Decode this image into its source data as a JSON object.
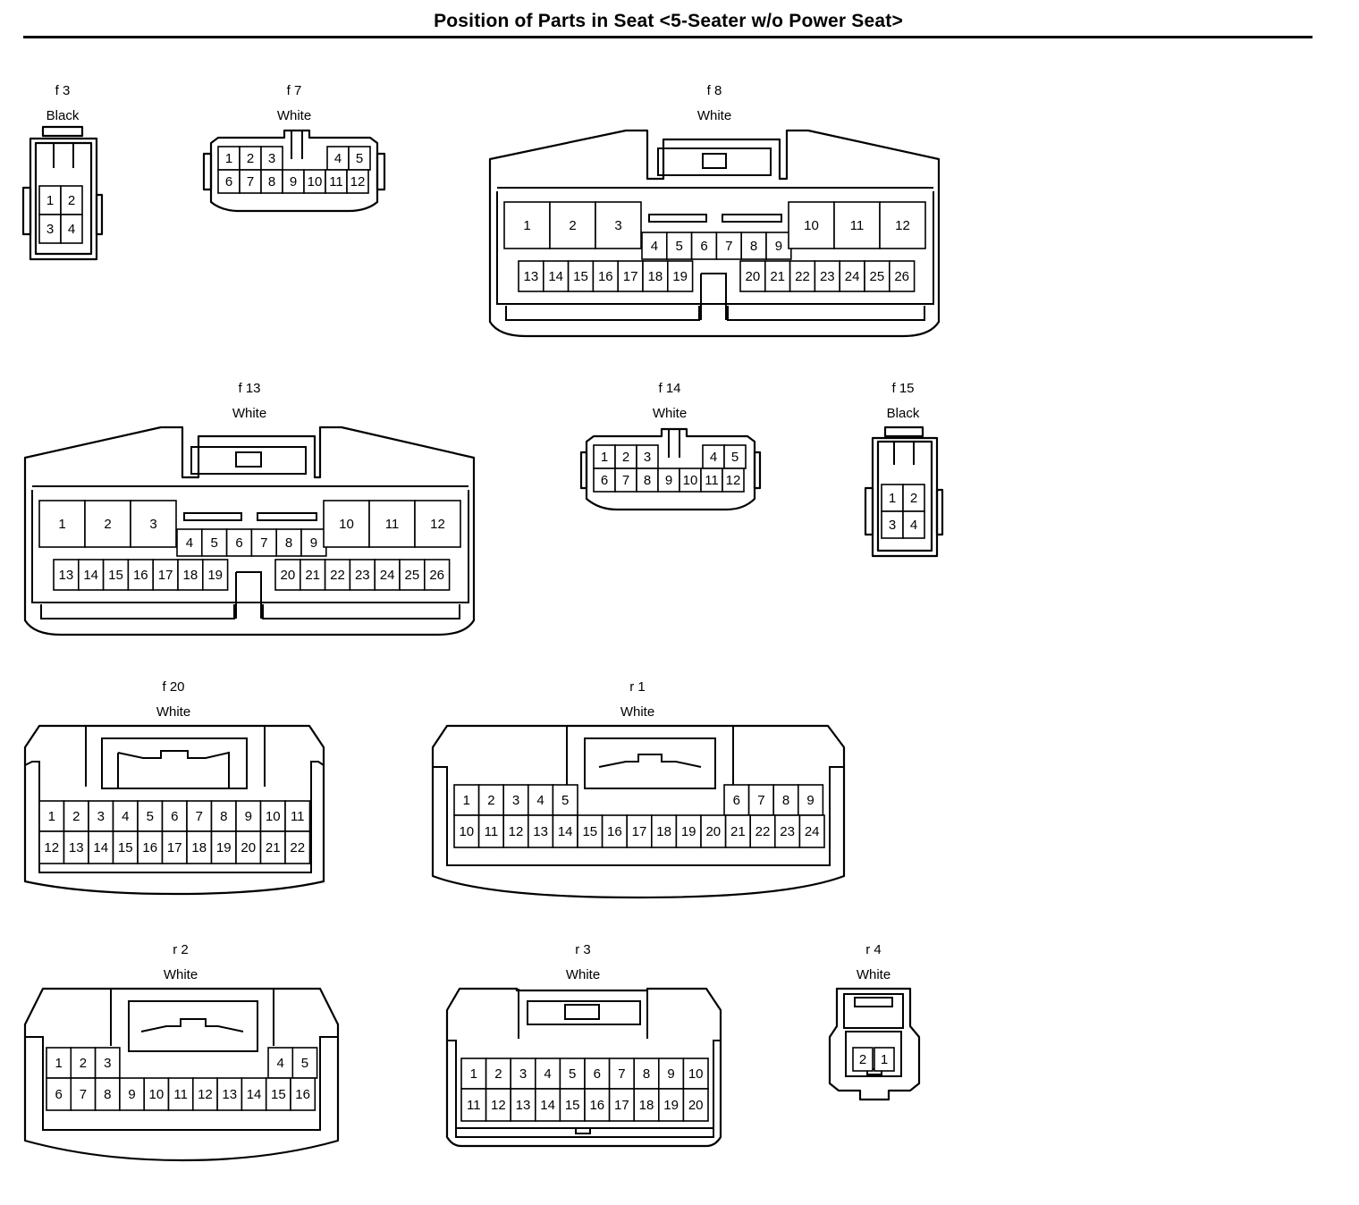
{
  "title": "Position of Parts in Seat <5-Seater w/o Power Seat>",
  "connectors": [
    {
      "id": "f 3",
      "color": "Black",
      "pins": [
        "1",
        "2",
        "3",
        "4"
      ]
    },
    {
      "id": "f 7",
      "color": "White",
      "pins": [
        "1",
        "2",
        "3",
        "4",
        "5",
        "6",
        "7",
        "8",
        "9",
        "10",
        "11",
        "12"
      ]
    },
    {
      "id": "f 8",
      "color": "White",
      "pins": [
        "1",
        "2",
        "3",
        "4",
        "5",
        "6",
        "7",
        "8",
        "9",
        "10",
        "11",
        "12",
        "13",
        "14",
        "15",
        "16",
        "17",
        "18",
        "19",
        "20",
        "21",
        "22",
        "23",
        "24",
        "25",
        "26"
      ]
    },
    {
      "id": "f 13",
      "color": "White",
      "pins": [
        "1",
        "2",
        "3",
        "4",
        "5",
        "6",
        "7",
        "8",
        "9",
        "10",
        "11",
        "12",
        "13",
        "14",
        "15",
        "16",
        "17",
        "18",
        "19",
        "20",
        "21",
        "22",
        "23",
        "24",
        "25",
        "26"
      ]
    },
    {
      "id": "f 14",
      "color": "White",
      "pins": [
        "1",
        "2",
        "3",
        "4",
        "5",
        "6",
        "7",
        "8",
        "9",
        "10",
        "11",
        "12"
      ]
    },
    {
      "id": "f 15",
      "color": "Black",
      "pins": [
        "1",
        "2",
        "3",
        "4"
      ]
    },
    {
      "id": "f 20",
      "color": "White",
      "pins": [
        "1",
        "2",
        "3",
        "4",
        "5",
        "6",
        "7",
        "8",
        "9",
        "10",
        "11",
        "12",
        "13",
        "14",
        "15",
        "16",
        "17",
        "18",
        "19",
        "20",
        "21",
        "22"
      ]
    },
    {
      "id": "r 1",
      "color": "White",
      "pins": [
        "1",
        "2",
        "3",
        "4",
        "5",
        "6",
        "7",
        "8",
        "9",
        "10",
        "11",
        "12",
        "13",
        "14",
        "15",
        "16",
        "17",
        "18",
        "19",
        "20",
        "21",
        "22",
        "23",
        "24"
      ]
    },
    {
      "id": "r 2",
      "color": "White",
      "pins": [
        "1",
        "2",
        "3",
        "4",
        "5",
        "6",
        "7",
        "8",
        "9",
        "10",
        "11",
        "12",
        "13",
        "14",
        "15",
        "16"
      ]
    },
    {
      "id": "r 3",
      "color": "White",
      "pins": [
        "1",
        "2",
        "3",
        "4",
        "5",
        "6",
        "7",
        "8",
        "9",
        "10",
        "11",
        "12",
        "13",
        "14",
        "15",
        "16",
        "17",
        "18",
        "19",
        "20"
      ]
    },
    {
      "id": "r 4",
      "color": "White",
      "pins": [
        "2",
        "1"
      ]
    }
  ]
}
